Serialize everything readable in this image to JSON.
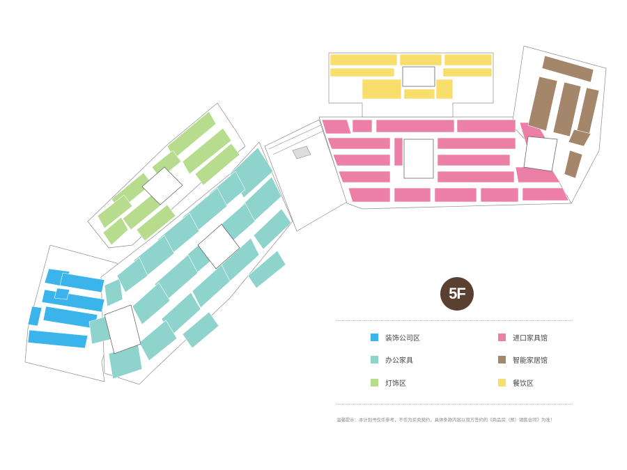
{
  "floor": {
    "label": "5F",
    "color": "#5a4030"
  },
  "zones": [
    {
      "key": "decoration",
      "label": "装饰公司区",
      "color": "#3bb4ec"
    },
    {
      "key": "office",
      "label": "办公家具",
      "color": "#8fd3cd"
    },
    {
      "key": "lighting",
      "label": "灯饰区",
      "color": "#b7dc8e"
    },
    {
      "key": "imported",
      "label": "进口家具馆",
      "color": "#ec7fa5"
    },
    {
      "key": "smarthome",
      "label": "智能家居馆",
      "color": "#a4876a"
    },
    {
      "key": "dining",
      "label": "餐饮区",
      "color": "#f8df6c"
    }
  ],
  "note": "温馨提示：本计划书仅作参考，不作为买卖契约，具体条款内容以双方签约的《商品房（预）销售合同》为准！"
}
